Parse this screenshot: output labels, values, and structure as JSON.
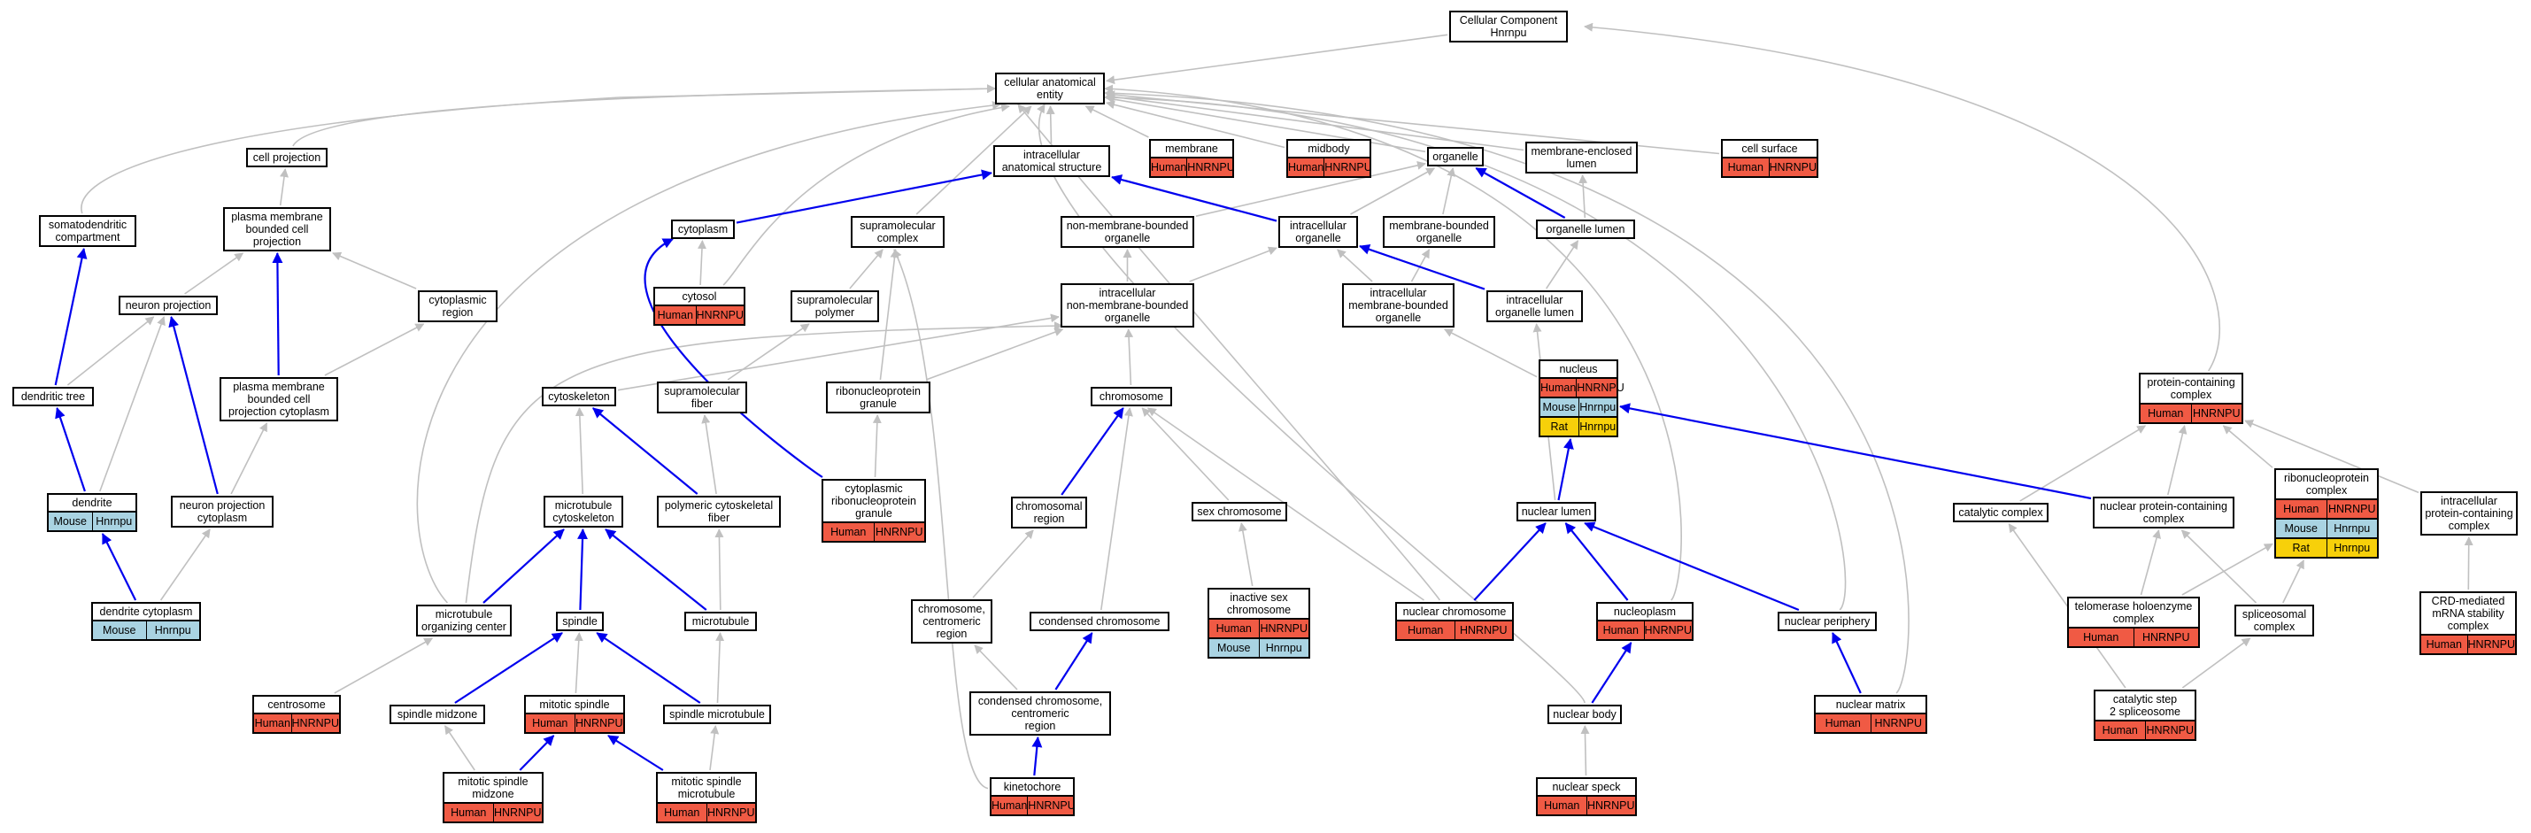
{
  "root": {
    "lines": [
      "Cellular Component",
      "Hnrnpu"
    ]
  },
  "nodes": [
    {
      "id": "root",
      "lines": [
        "Cellular Component",
        "Hnrnpu"
      ],
      "ann": []
    },
    {
      "id": "cae",
      "lines": [
        "cellular anatomical",
        "entity"
      ],
      "ann": []
    },
    {
      "id": "membrane",
      "lines": [
        "membrane"
      ],
      "ann": [
        [
          "Human",
          "HNRNPU"
        ]
      ]
    },
    {
      "id": "midbody",
      "lines": [
        "midbody"
      ],
      "ann": [
        [
          "Human",
          "HNRNPU"
        ]
      ]
    },
    {
      "id": "organelle",
      "lines": [
        "organelle"
      ],
      "ann": []
    },
    {
      "id": "mel",
      "lines": [
        "membrane-enclosed",
        "lumen"
      ],
      "ann": []
    },
    {
      "id": "cellsurface",
      "lines": [
        "cell surface"
      ],
      "ann": [
        [
          "Human",
          "HNRNPU"
        ]
      ]
    },
    {
      "id": "cellprojection",
      "lines": [
        "cell projection"
      ],
      "ann": []
    },
    {
      "id": "ias",
      "lines": [
        "intracellular",
        "anatomical structure"
      ],
      "ann": []
    },
    {
      "id": "somato",
      "lines": [
        "somatodendritic",
        "compartment"
      ],
      "ann": []
    },
    {
      "id": "pmbcp",
      "lines": [
        "plasma membrane",
        "bounded cell",
        "projection"
      ],
      "ann": []
    },
    {
      "id": "cytoplasm",
      "lines": [
        "cytoplasm"
      ],
      "ann": []
    },
    {
      "id": "supracomplex",
      "lines": [
        "supramolecular",
        "complex"
      ],
      "ann": []
    },
    {
      "id": "nmbo",
      "lines": [
        "non-membrane-bounded",
        "organelle"
      ],
      "ann": []
    },
    {
      "id": "io",
      "lines": [
        "intracellular",
        "organelle"
      ],
      "ann": []
    },
    {
      "id": "mbo",
      "lines": [
        "membrane-bounded",
        "organelle"
      ],
      "ann": []
    },
    {
      "id": "orglumen",
      "lines": [
        "organelle lumen"
      ],
      "ann": []
    },
    {
      "id": "cytosol",
      "lines": [
        "cytosol"
      ],
      "ann": [
        [
          "Human",
          "HNRNPU"
        ]
      ]
    },
    {
      "id": "cytoregion",
      "lines": [
        "cytoplasmic",
        "region"
      ],
      "ann": []
    },
    {
      "id": "neuronproj",
      "lines": [
        "neuron projection"
      ],
      "ann": []
    },
    {
      "id": "supapolymer",
      "lines": [
        "supramolecular",
        "polymer"
      ],
      "ann": []
    },
    {
      "id": "inmbo",
      "lines": [
        "intracellular",
        "non-membrane-bounded",
        "organelle"
      ],
      "ann": []
    },
    {
      "id": "imbo",
      "lines": [
        "intracellular",
        "membrane-bounded",
        "organelle"
      ],
      "ann": []
    },
    {
      "id": "iol",
      "lines": [
        "intracellular",
        "organelle lumen"
      ],
      "ann": []
    },
    {
      "id": "dendtree",
      "lines": [
        "dendritic tree"
      ],
      "ann": []
    },
    {
      "id": "pmbcpc",
      "lines": [
        "plasma membrane",
        "bounded cell",
        "projection cytoplasm"
      ],
      "ann": []
    },
    {
      "id": "cytoskeleton",
      "lines": [
        "cytoskeleton"
      ],
      "ann": []
    },
    {
      "id": "suprafiber",
      "lines": [
        "supramolecular",
        "fiber"
      ],
      "ann": []
    },
    {
      "id": "rnpgranule",
      "lines": [
        "ribonucleoprotein",
        "granule"
      ],
      "ann": []
    },
    {
      "id": "chromosome",
      "lines": [
        "chromosome"
      ],
      "ann": []
    },
    {
      "id": "nucleus",
      "lines": [
        "nucleus"
      ],
      "ann": [
        [
          "Human",
          "HNRNPU"
        ],
        [
          "Mouse",
          "Hnrnpu"
        ],
        [
          "Rat",
          "Hnrnpu"
        ]
      ]
    },
    {
      "id": "pcc",
      "lines": [
        "protein-containing",
        "complex"
      ],
      "ann": [
        [
          "Human",
          "HNRNPU"
        ]
      ]
    },
    {
      "id": "dendrite",
      "lines": [
        "dendrite"
      ],
      "ann": [
        [
          "Mouse",
          "Hnrnpu"
        ]
      ]
    },
    {
      "id": "npc",
      "lines": [
        "neuron projection",
        "cytoplasm"
      ],
      "ann": []
    },
    {
      "id": "mtcyto",
      "lines": [
        "microtubule",
        "cytoskeleton"
      ],
      "ann": []
    },
    {
      "id": "polycytofiber",
      "lines": [
        "polymeric cytoskeletal",
        "fiber"
      ],
      "ann": []
    },
    {
      "id": "crnpg",
      "lines": [
        "cytoplasmic",
        "ribonucleoprotein",
        "granule"
      ],
      "ann": [
        [
          "Human",
          "HNRNPU"
        ]
      ]
    },
    {
      "id": "chromregion",
      "lines": [
        "chromosomal",
        "region"
      ],
      "ann": []
    },
    {
      "id": "sexchrom",
      "lines": [
        "sex chromosome"
      ],
      "ann": []
    },
    {
      "id": "nuclumen",
      "lines": [
        "nuclear lumen"
      ],
      "ann": []
    },
    {
      "id": "catcomplex",
      "lines": [
        "catalytic complex"
      ],
      "ann": []
    },
    {
      "id": "npcc",
      "lines": [
        "nuclear protein-containing",
        "complex"
      ],
      "ann": []
    },
    {
      "id": "rnpcomplex",
      "lines": [
        "ribonucleoprotein",
        "complex"
      ],
      "ann": [
        [
          "Human",
          "HNRNPU"
        ],
        [
          "Mouse",
          "Hnrnpu"
        ],
        [
          "Rat",
          "Hnrnpu"
        ]
      ]
    },
    {
      "id": "ipcc",
      "lines": [
        "intracellular",
        "protein-containing",
        "complex"
      ],
      "ann": []
    },
    {
      "id": "mtoc",
      "lines": [
        "microtubule",
        "organizing center"
      ],
      "ann": []
    },
    {
      "id": "spindle",
      "lines": [
        "spindle"
      ],
      "ann": []
    },
    {
      "id": "microtubule",
      "lines": [
        "microtubule"
      ],
      "ann": []
    },
    {
      "id": "ccr",
      "lines": [
        "chromosome,",
        "centromeric",
        "region"
      ],
      "ann": []
    },
    {
      "id": "condchrom",
      "lines": [
        "condensed chromosome"
      ],
      "ann": []
    },
    {
      "id": "isc",
      "lines": [
        "inactive sex",
        "chromosome"
      ],
      "ann": [
        [
          "Human",
          "HNRNPU"
        ],
        [
          "Mouse",
          "Hnrnpu"
        ]
      ]
    },
    {
      "id": "nucchrom",
      "lines": [
        "nuclear chromosome"
      ],
      "ann": [
        [
          "Human",
          "HNRNPU"
        ]
      ]
    },
    {
      "id": "nucleoplasm",
      "lines": [
        "nucleoplasm"
      ],
      "ann": [
        [
          "Human",
          "HNRNPU"
        ]
      ]
    },
    {
      "id": "nucperiph",
      "lines": [
        "nuclear periphery"
      ],
      "ann": []
    },
    {
      "id": "telomerase",
      "lines": [
        "telomerase holoenzyme",
        "complex"
      ],
      "ann": [
        [
          "Human",
          "HNRNPU"
        ]
      ]
    },
    {
      "id": "spliceosomal",
      "lines": [
        "spliceosomal",
        "complex"
      ],
      "ann": []
    },
    {
      "id": "crd",
      "lines": [
        "CRD-mediated",
        "mRNA stability",
        "complex"
      ],
      "ann": [
        [
          "Human",
          "HNRNPU"
        ]
      ]
    },
    {
      "id": "dendcyto",
      "lines": [
        "dendrite cytoplasm"
      ],
      "ann": [
        [
          "Mouse",
          "Hnrnpu"
        ]
      ]
    },
    {
      "id": "centrosome",
      "lines": [
        "centrosome"
      ],
      "ann": [
        [
          "Human",
          "HNRNPU"
        ]
      ]
    },
    {
      "id": "spindlemid",
      "lines": [
        "spindle midzone"
      ],
      "ann": []
    },
    {
      "id": "mitspindle",
      "lines": [
        "mitotic spindle"
      ],
      "ann": [
        [
          "Human",
          "HNRNPU"
        ]
      ]
    },
    {
      "id": "spindlemt",
      "lines": [
        "spindle microtubule"
      ],
      "ann": []
    },
    {
      "id": "ccc",
      "lines": [
        "condensed chromosome,",
        "centromeric",
        "region"
      ],
      "ann": []
    },
    {
      "id": "nucbody",
      "lines": [
        "nuclear body"
      ],
      "ann": []
    },
    {
      "id": "nucmatrix",
      "lines": [
        "nuclear matrix"
      ],
      "ann": [
        [
          "Human",
          "HNRNPU"
        ]
      ]
    },
    {
      "id": "cs2",
      "lines": [
        "catalytic step",
        "2 spliceosome"
      ],
      "ann": [
        [
          "Human",
          "HNRNPU"
        ]
      ]
    },
    {
      "id": "msm",
      "lines": [
        "mitotic spindle",
        "midzone"
      ],
      "ann": [
        [
          "Human",
          "HNRNPU"
        ]
      ]
    },
    {
      "id": "msmt",
      "lines": [
        "mitotic spindle",
        "microtubule"
      ],
      "ann": [
        [
          "Human",
          "HNRNPU"
        ]
      ]
    },
    {
      "id": "kinetochore",
      "lines": [
        "kinetochore"
      ],
      "ann": [
        [
          "Human",
          "HNRNPU"
        ]
      ]
    },
    {
      "id": "nucspeck",
      "lines": [
        "nuclear speck"
      ],
      "ann": [
        [
          "Human",
          "HNRNPU"
        ]
      ]
    }
  ],
  "colors": {
    "human": "#f05a44",
    "mouse": "#a9d3e2",
    "rat": "#f7d00a",
    "edge_grey": "#c0c0c0",
    "edge_blue": "#0000ee"
  }
}
